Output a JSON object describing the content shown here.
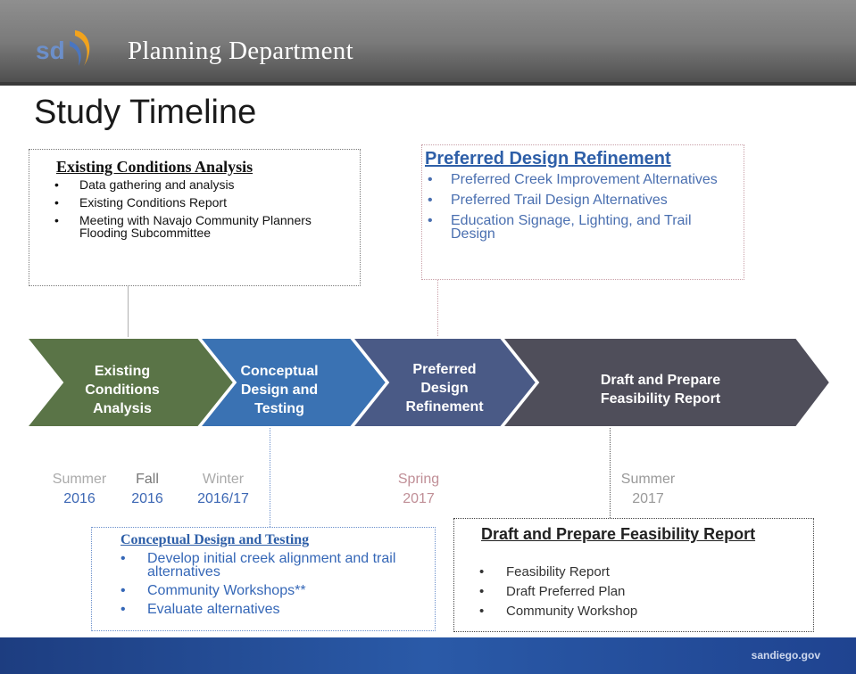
{
  "header": {
    "department": "Planning Department"
  },
  "title": "Study Timeline",
  "boxes": {
    "existing": {
      "heading": "Existing Conditions Analysis",
      "items": [
        "Data gathering and analysis",
        "Existing Conditions Report",
        "Meeting with Navajo Community Planners Flooding Subcommittee"
      ]
    },
    "preferred": {
      "heading": "Preferred Design Refinement",
      "items": [
        "Preferred Creek Improvement Alternatives",
        "Preferred Trail Design Alternatives",
        "Education Signage, Lighting, and Trail Design"
      ]
    },
    "conceptual": {
      "heading": "Conceptual Design and Testing",
      "items": [
        "Develop initial creek alignment and trail alternatives",
        "Community Workshops**",
        "Evaluate alternatives"
      ]
    },
    "draft": {
      "heading": "Draft and Prepare Feasibility Report",
      "items": [
        "Feasibility Report",
        "Draft Preferred Plan",
        "Community Workshop"
      ]
    }
  },
  "timeline": {
    "segments": [
      {
        "label": "Existing Conditions Analysis",
        "color": "#5a7447"
      },
      {
        "label": "Conceptual Design and Testing",
        "color": "#3a72b3"
      },
      {
        "label": "Preferred Design Refinement",
        "color": "#4a5a86"
      },
      {
        "label": "Draft and Prepare Feasibility Report",
        "color": "#4f4e5a"
      }
    ]
  },
  "seasons": [
    {
      "label": "Summer",
      "year": "2016"
    },
    {
      "label": "Fall",
      "year": "2016"
    },
    {
      "label": "Winter",
      "year": "2016/17"
    },
    {
      "label": "Spring",
      "year": "2017"
    },
    {
      "label": "Summer",
      "year": "2017"
    }
  ],
  "footer": {
    "site": "sandiego.gov"
  },
  "colors": {
    "header": "#7a7a7a",
    "footer": "#2a5aa8",
    "accent_blue": "#2e5fa8"
  }
}
